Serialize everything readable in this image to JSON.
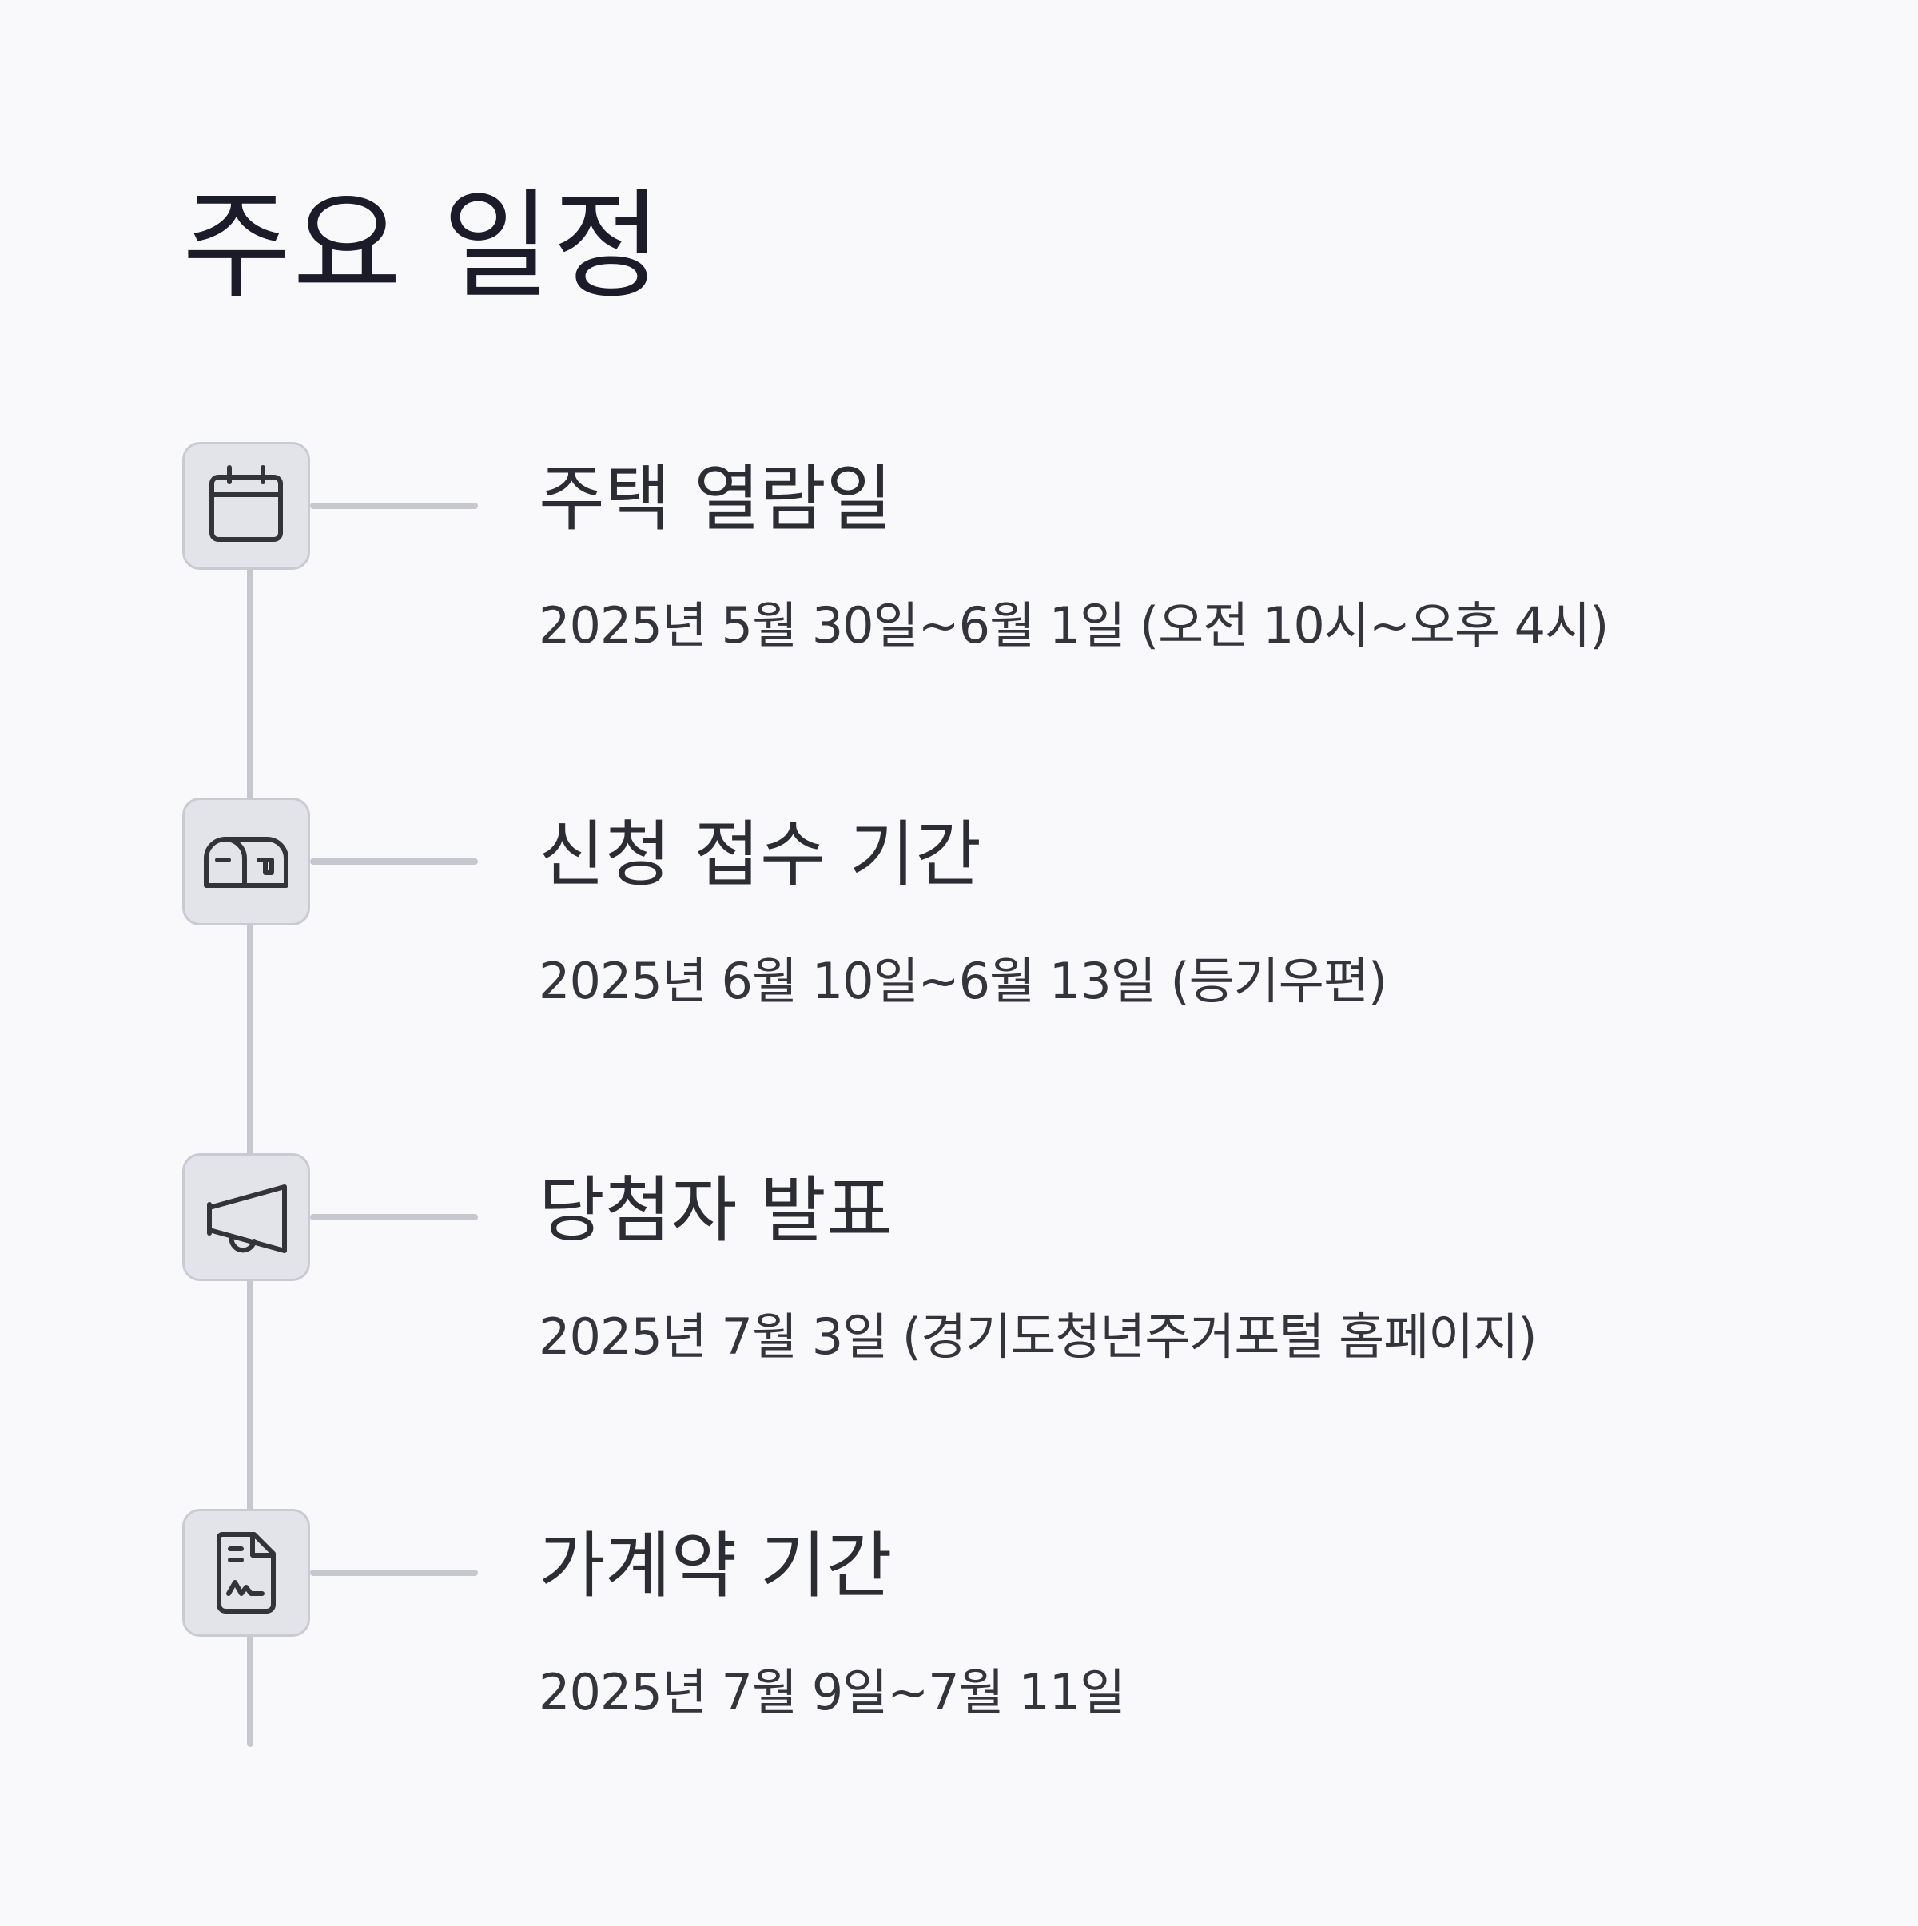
{
  "page": {
    "title": "주요 일정"
  },
  "colors": {
    "background": "#f9f9fb",
    "icon_box_fill": "#e3e3ea",
    "icon_box_border": "#cacad2",
    "line": "#c7c7cf",
    "title_text": "#1b1b29",
    "body_text": "#34343c"
  },
  "schedule": {
    "items": [
      {
        "icon": "calendar-icon",
        "title": "주택 열람일",
        "date": "2025년 5월 30일~6월 1일 (오전 10시~오후 4시)"
      },
      {
        "icon": "mailbox-icon",
        "title": "신청 접수 기간",
        "date": "2025년 6월 10일~6월 13일 (등기우편)"
      },
      {
        "icon": "megaphone-icon",
        "title": "당첨자 발표",
        "date": "2025년 7월 3일 (경기도청년주거포털 홈페이지)"
      },
      {
        "icon": "contract-document-icon",
        "title": "가계약 기간",
        "date": "2025년 7월 9일~7월 11일"
      }
    ]
  }
}
